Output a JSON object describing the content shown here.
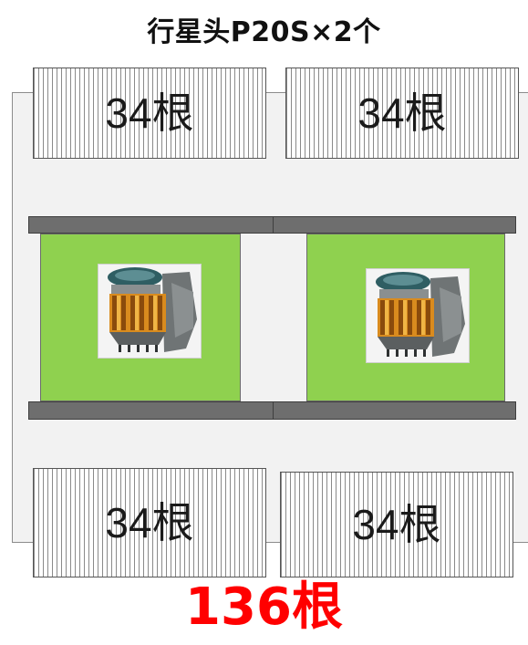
{
  "title": "行星头P20S×2个",
  "racks": [
    {
      "label": "34根"
    },
    {
      "label": "34根"
    },
    {
      "label": "34根"
    },
    {
      "label": "34根"
    }
  ],
  "machines": [
    {
      "image_icon": "planetary-head-machine-icon"
    },
    {
      "image_icon": "planetary-head-machine-icon"
    }
  ],
  "total_label": "136根",
  "colors": {
    "machine_base": "#8fd14f",
    "total_text": "#ff0000",
    "frame_bg": "#f2f2f2",
    "bar": "#6e6e6e"
  }
}
